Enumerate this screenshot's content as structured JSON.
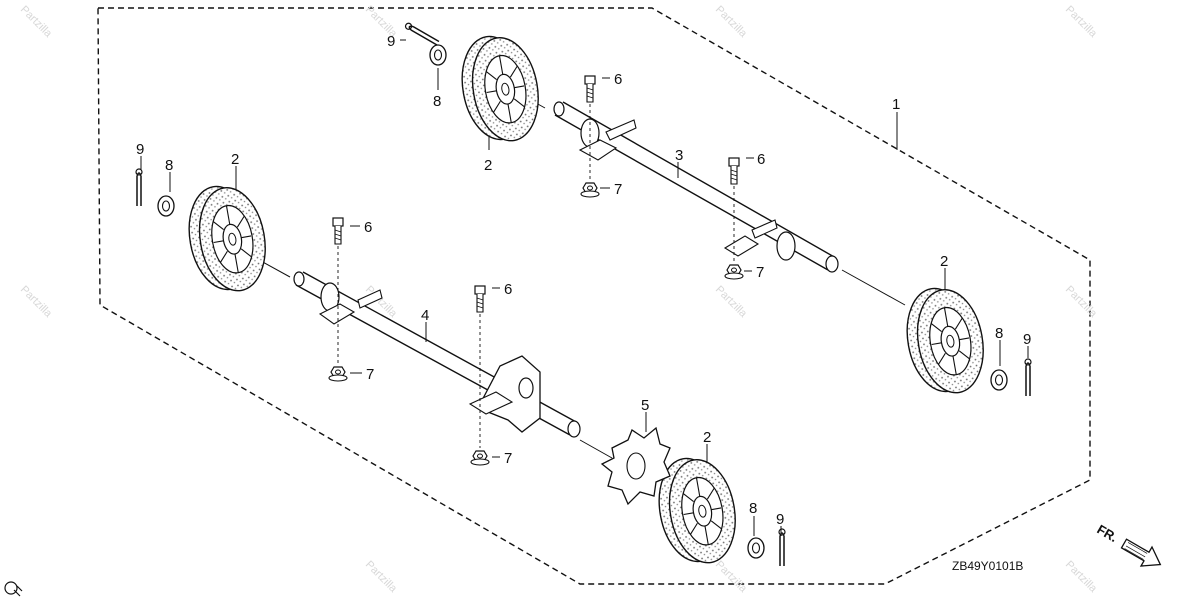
{
  "diagram": {
    "drawing_code": "ZB49Y0101B",
    "front_label": "FR.",
    "watermark_text": "Partzilla",
    "colors": {
      "ink": "#111111",
      "tread": "#8a8a8a",
      "watermark": "#d8d8d8"
    }
  },
  "callouts": {
    "c1": "1",
    "c2a": "2",
    "c2b": "2",
    "c2c": "2",
    "c2d": "2",
    "c3": "3",
    "c4": "4",
    "c5": "5",
    "c6a": "6",
    "c6b": "6",
    "c6c": "6",
    "c6d": "6",
    "c7a": "7",
    "c7b": "7",
    "c7c": "7",
    "c7d": "7",
    "c8a": "8",
    "c8b": "8",
    "c8c": "8",
    "c8d": "8",
    "c9a": "9",
    "c9b": "9",
    "c9c": "9",
    "c9d": "9"
  },
  "icons": [
    "wheel-icon",
    "axle-icon",
    "bolt-icon",
    "nut-icon",
    "washer-icon",
    "cotter-pin-icon",
    "plate-icon",
    "front-arrow-icon"
  ]
}
